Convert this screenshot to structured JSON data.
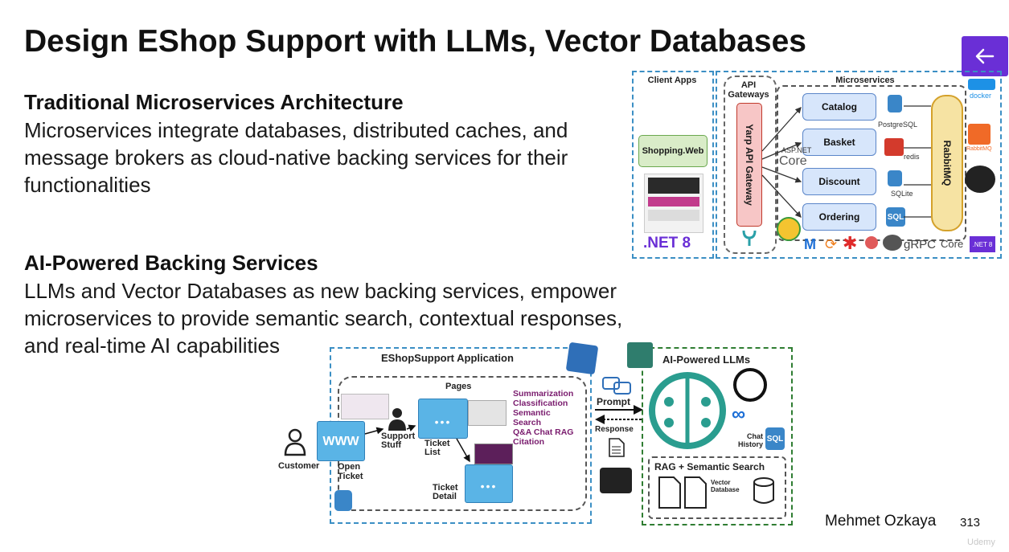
{
  "slide": {
    "title": "Design EShop Support with LLMs, Vector Databases",
    "section1": {
      "heading": "Traditional Microservices Architecture",
      "lines": [
        "Microservices integrate databases, distributed caches, and",
        "message brokers as cloud-native backing services for their",
        "functionalities"
      ]
    },
    "section2": {
      "heading": "AI-Powered Backing Services",
      "lines": [
        "LLMs and Vector Databases as new backing services, empower",
        "microservices to provide semantic search, contextual responses,",
        "and real-time AI capabilities"
      ]
    },
    "author": "Mehmet Ozkaya",
    "page_number": "313",
    "watermark": "Udemy"
  },
  "colors": {
    "accent": "#6a2fd6",
    "purple_text": "#7a1c6e",
    "dash_blue": "#3b8fc4",
    "dash_green": "#2f7d32"
  },
  "microservices_diagram": {
    "client_apps_label": "Client Apps",
    "shopping_web": "Shopping.Web",
    "net8": ".NET 8",
    "api_gateways_label": "API\nGateways",
    "gateway": "Yarp API Gateway",
    "microservices_label": "Microservices",
    "services": [
      "Catalog",
      "Basket",
      "Discount",
      "Ordering"
    ],
    "db_labels": [
      "PostgreSQL",
      "redis",
      "SQLite",
      "SQL"
    ],
    "aspnet_label": "ASP.NET",
    "core_label": "Core",
    "broker": "RabbitMQ",
    "docker": "docker",
    "rabbitmq_small": "RabbitMQ",
    "grpc": "gRPC",
    "core_small": "Core",
    "net8_badge": ".NET 8"
  },
  "eshop_diagram": {
    "app_title": "EShopSupport Application",
    "pages_label": "Pages",
    "customer": "Customer",
    "open_ticket": "Open\nTicket",
    "www": "WWW",
    "support_stuff": "Support\nStuff",
    "ticket_list": "Ticket\nList",
    "ticket_detail": "Ticket\nDetail",
    "features": [
      "Summarization",
      "Classification",
      "Semantic",
      "Search",
      "Q&A Chat RAG",
      "Citation"
    ],
    "prompt": "Prompt",
    "response": "Response",
    "llms_title": "AI-Powered LLMs",
    "chat_history": "Chat\nHistory",
    "rag_title": "RAG + Semantic Search",
    "vector_db": "Vector\nDatabase",
    "sql_badge": "SQL"
  }
}
